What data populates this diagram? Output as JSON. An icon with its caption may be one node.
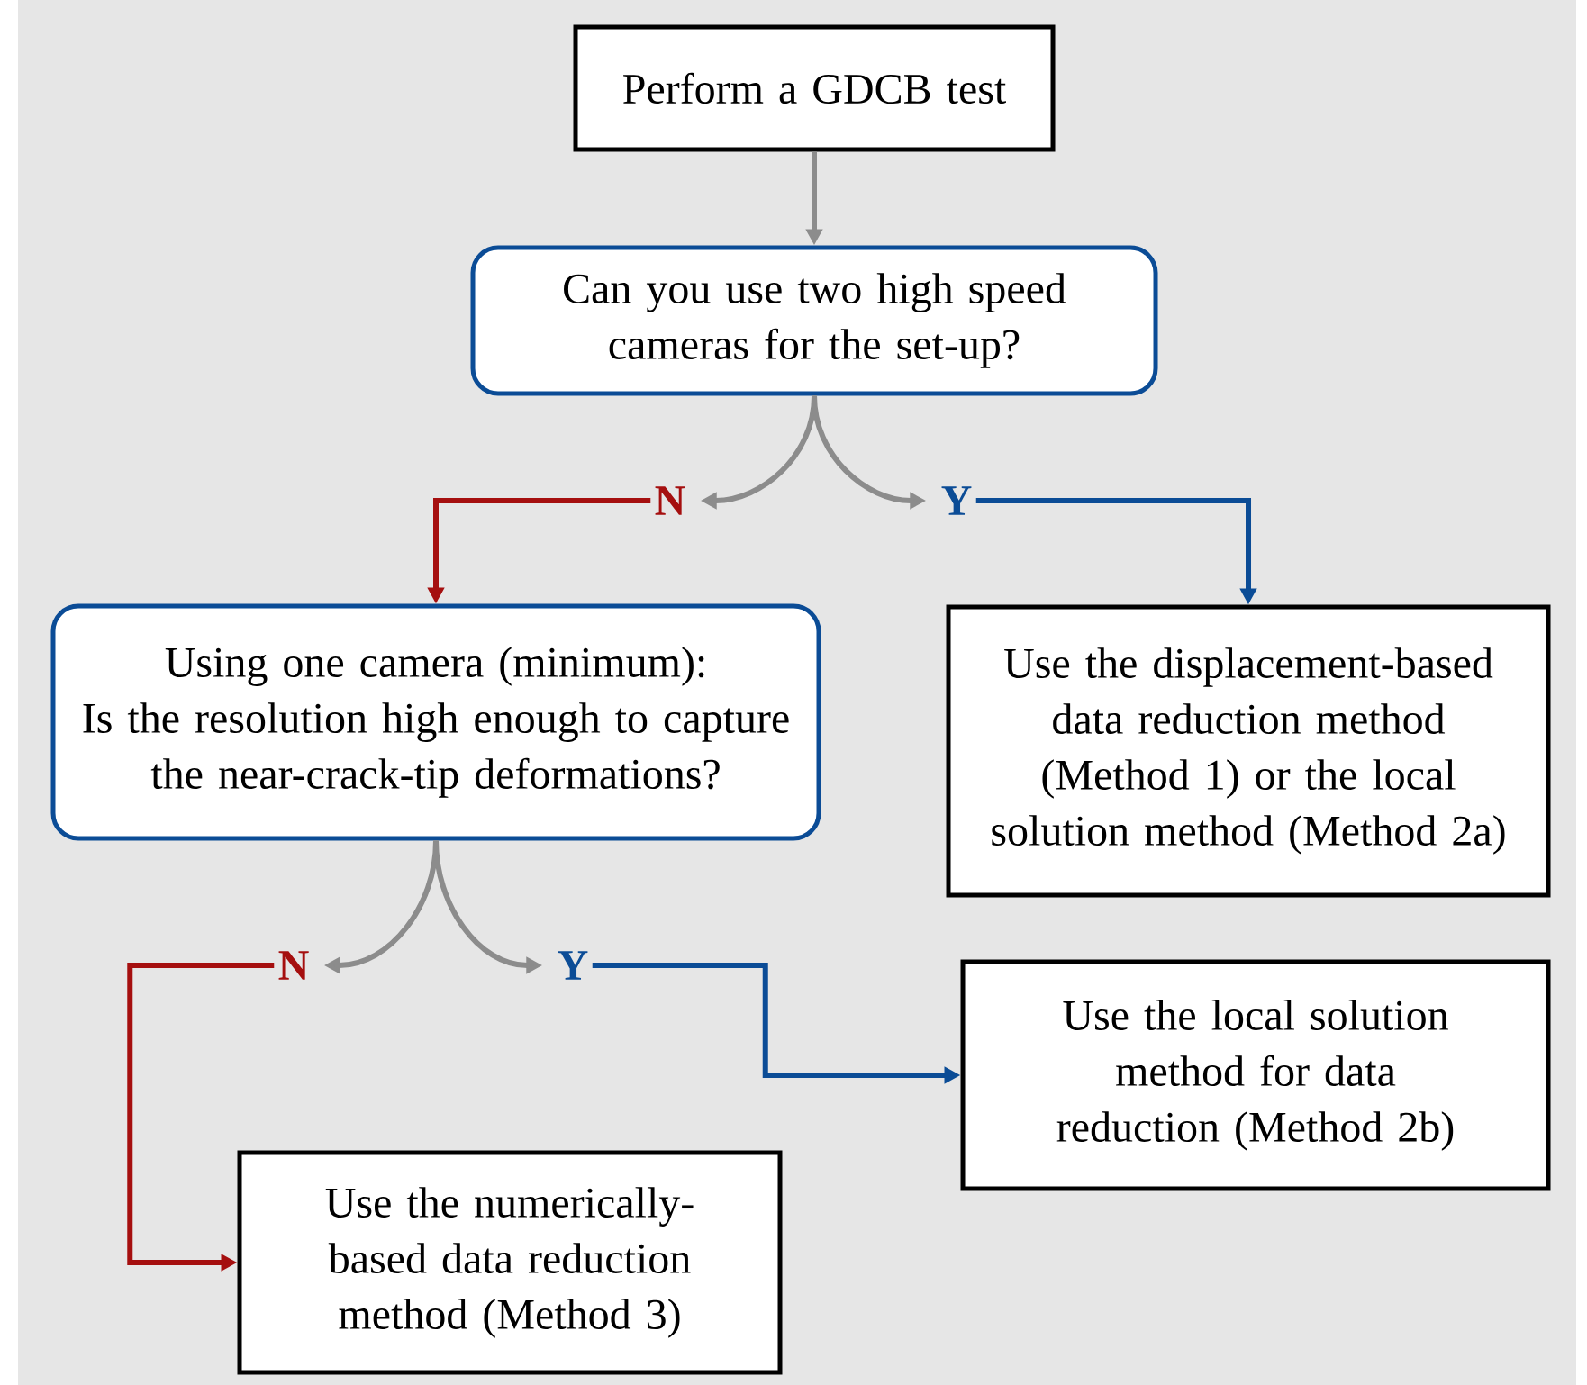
{
  "diagram": {
    "nodes": [
      {
        "text": [
          "Perform a GDCB test"
        ]
      },
      {
        "text": [
          "Can you use two high speed cameras for the set-up?"
        ]
      },
      {
        "text": [
          "N"
        ]
      },
      {
        "text": [
          "Y"
        ]
      },
      {
        "text": [
          "Using one camera (minimum):",
          "Is the resolution high enough to capture the near-crack-tip deformations?"
        ]
      },
      {
        "text": [
          "Use the displacement-based data reduction method (Method 1) or the local solution method (Method 2a)"
        ]
      },
      {
        "text": [
          "N"
        ]
      },
      {
        "text": [
          "Y"
        ]
      },
      {
        "text": [
          "Use the local solution method for data reduction (Method 2b)"
        ]
      },
      {
        "text": [
          "Use the numerically-based data reduction method (Method 3)"
        ]
      }
    ],
    "edges": [
      {
        "from": 0,
        "to": 1,
        "arrow": "to"
      },
      {
        "from": 1,
        "to": 2,
        "arrow": "to"
      },
      {
        "from": 1,
        "to": 3,
        "arrow": "to"
      },
      {
        "from": 2,
        "to": 4,
        "arrow": "to",
        "color": "#a50f0f"
      },
      {
        "from": 3,
        "to": 5,
        "arrow": "to",
        "color": "#0b4c96"
      },
      {
        "from": 4,
        "to": 6,
        "arrow": "to"
      },
      {
        "from": 4,
        "to": 7,
        "arrow": "to"
      },
      {
        "from": 6,
        "to": 9,
        "arrow": "to",
        "color": "#a50f0f"
      },
      {
        "from": 7,
        "to": 8,
        "arrow": "to",
        "color": "#0b4c96"
      }
    ]
  }
}
